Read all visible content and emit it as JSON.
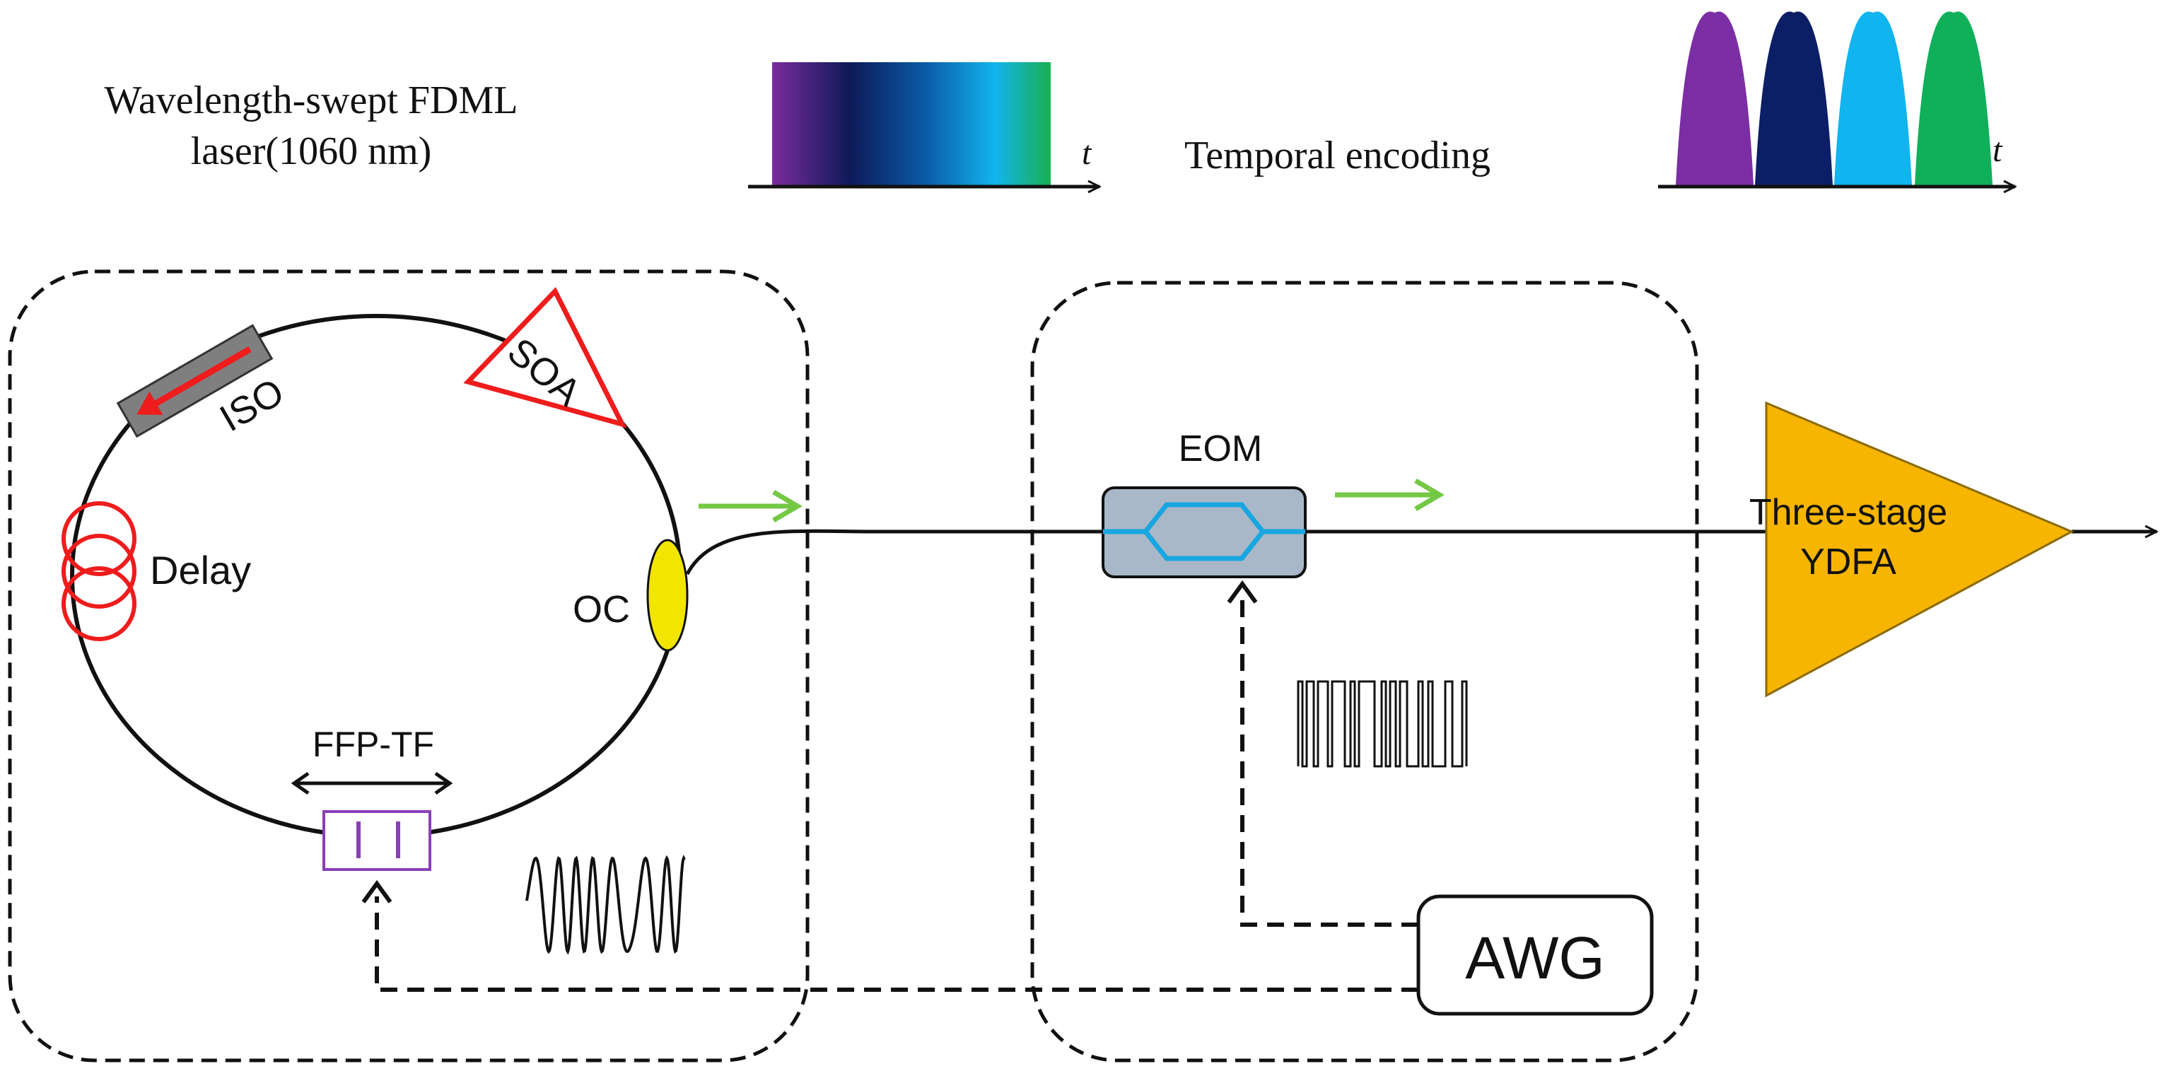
{
  "top": {
    "laser_title_line1": "Wavelength-swept FDML",
    "laser_title_line2": "laser(1060 nm)",
    "time_axis_label": "t",
    "encoding_label": "Temporal encoding",
    "sweep_colors": [
      "#7a2b9c",
      "#0c1a58",
      "#0a5aa6",
      "#12b4ee",
      "#17b050"
    ],
    "pulse_colors": [
      "#7b2ea4",
      "#0c1f66",
      "#10b4ef",
      "#10b05a"
    ]
  },
  "laser": {
    "iso_label": "ISO",
    "soa_label": "SOA",
    "delay_label": "Delay",
    "oc_label": "OC",
    "filter_label": "FFP-TF"
  },
  "modulator": {
    "eom_label": "EOM",
    "awg_label": "AWG"
  },
  "amplifier": {
    "line1": "Three-stage",
    "line2": "YDFA"
  },
  "colors": {
    "iso_arrow": "#ee1c1c",
    "soa_outline": "#ee1c1c",
    "delay_coils": "#ee1c1c",
    "oc_fill": "#f2e600",
    "filter_outline": "#8a3fb5",
    "eom_fill": "#a9b8c8",
    "eom_waveguide": "#19a6e0",
    "output_arrows": "#74c844",
    "amplifier_fill": "#f7b500"
  }
}
